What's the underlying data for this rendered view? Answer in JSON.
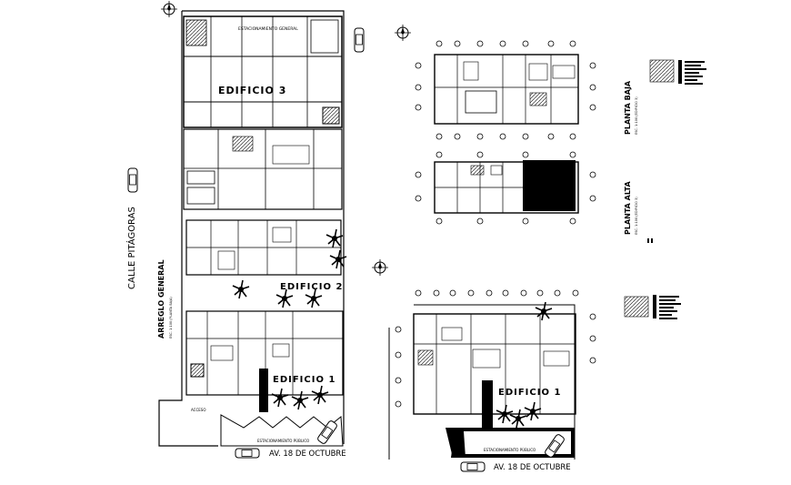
{
  "drawing": {
    "labels": {
      "calle_pitagoras": "CALLE PITÁGORAS",
      "arreglo_general": "ARREGLO GENERAL",
      "arreglo_sub": "ESC. 1:100 (PLANTA BAJA)",
      "edificio_3": "EDIFICIO 3",
      "edificio_2": "EDIFICIO 2",
      "edificio_1_site": "EDIFICIO 1",
      "av_site": "AV. 18 DE OCTUBRE",
      "estacionamiento_site": "ESTACIONAMIENTO PÚBLICO",
      "acceso": "ACCESO",
      "planta_baja": "PLANTA BAJA",
      "planta_baja_sub": "ESC. 1:100 (EDIFICIO 3)",
      "planta_alta": "PLANTA ALTA",
      "planta_alta_sub": "ESC. 1:100 (EDIFICIO 3)",
      "edificio_1_detail": "EDIFICIO 1",
      "av_detail": "AV. 18 DE OCTUBRE",
      "estacionamiento_detail": "ESTACIONAMIENTO PÚBLICO",
      "estacionamiento_top": "ESTACIONAMIENTO GENERAL"
    },
    "colors": {
      "line": "#000000",
      "background": "#ffffff"
    },
    "icons": [
      "north-arrow-icon",
      "car-icon",
      "palm-tree-icon",
      "legend-table-icon"
    ]
  }
}
